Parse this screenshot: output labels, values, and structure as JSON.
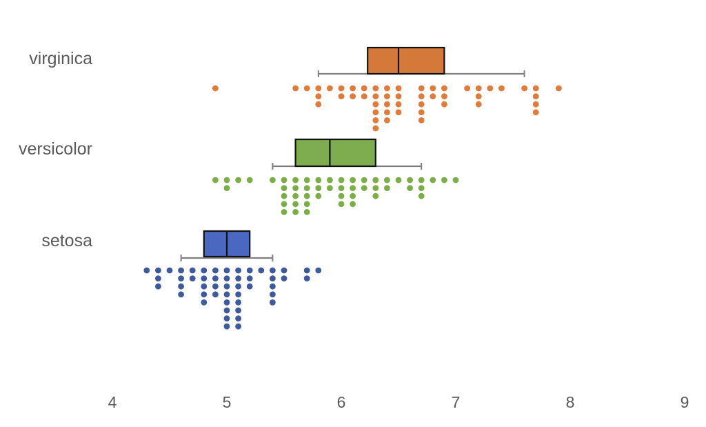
{
  "chart_data": {
    "type": "box-dotplot",
    "title": "",
    "xlabel": "",
    "ylabel": "",
    "xlim": [
      4,
      9
    ],
    "xticks": [
      4,
      5,
      6,
      7,
      8,
      9
    ],
    "grid": false,
    "legend": "none",
    "categories": [
      "virginica",
      "versicolor",
      "setosa"
    ],
    "series": [
      {
        "name": "virginica",
        "color": "#D5793A",
        "dot_color": "#E07B39",
        "box": {
          "q1": 6.23,
          "median": 6.5,
          "q3": 6.9,
          "whisker_low": 5.8,
          "whisker_high": 7.6
        },
        "dots": [
          [
            4.9,
            1
          ],
          [
            5.6,
            1
          ],
          [
            5.7,
            1
          ],
          [
            5.8,
            3
          ],
          [
            5.9,
            1
          ],
          [
            6.0,
            2
          ],
          [
            6.1,
            2
          ],
          [
            6.2,
            2
          ],
          [
            6.3,
            6
          ],
          [
            6.4,
            5
          ],
          [
            6.5,
            4
          ],
          [
            6.7,
            5
          ],
          [
            6.8,
            2
          ],
          [
            6.9,
            3
          ],
          [
            7.1,
            1
          ],
          [
            7.2,
            3
          ],
          [
            7.3,
            1
          ],
          [
            7.4,
            1
          ],
          [
            7.6,
            1
          ],
          [
            7.7,
            4
          ],
          [
            7.9,
            1
          ]
        ]
      },
      {
        "name": "versicolor",
        "color": "#7DAD4F",
        "dot_color": "#7CAE48",
        "box": {
          "q1": 5.6,
          "median": 5.9,
          "q3": 6.3,
          "whisker_low": 5.4,
          "whisker_high": 6.7
        },
        "dots": [
          [
            4.9,
            1
          ],
          [
            5.0,
            2
          ],
          [
            5.1,
            1
          ],
          [
            5.2,
            1
          ],
          [
            5.4,
            1
          ],
          [
            5.5,
            5
          ],
          [
            5.6,
            5
          ],
          [
            5.7,
            5
          ],
          [
            5.8,
            3
          ],
          [
            5.9,
            2
          ],
          [
            6.0,
            4
          ],
          [
            6.1,
            4
          ],
          [
            6.2,
            2
          ],
          [
            6.3,
            3
          ],
          [
            6.4,
            2
          ],
          [
            6.5,
            1
          ],
          [
            6.6,
            2
          ],
          [
            6.7,
            3
          ],
          [
            6.8,
            1
          ],
          [
            6.9,
            1
          ],
          [
            7.0,
            1
          ]
        ]
      },
      {
        "name": "setosa",
        "color": "#4A67C2",
        "dot_color": "#3D5A9E",
        "box": {
          "q1": 4.8,
          "median": 5.0,
          "q3": 5.2,
          "whisker_low": 4.6,
          "whisker_high": 5.4
        },
        "dots": [
          [
            4.3,
            1
          ],
          [
            4.4,
            3
          ],
          [
            4.5,
            1
          ],
          [
            4.6,
            4
          ],
          [
            4.7,
            2
          ],
          [
            4.8,
            5
          ],
          [
            4.9,
            4
          ],
          [
            5.0,
            8
          ],
          [
            5.1,
            8
          ],
          [
            5.2,
            3
          ],
          [
            5.3,
            1
          ],
          [
            5.4,
            5
          ],
          [
            5.5,
            2
          ],
          [
            5.7,
            2
          ],
          [
            5.8,
            1
          ]
        ]
      }
    ]
  },
  "labels": {
    "categories": [
      "virginica",
      "versicolor",
      "setosa"
    ],
    "ticks": [
      "4",
      "5",
      "6",
      "7",
      "8",
      "9"
    ]
  }
}
